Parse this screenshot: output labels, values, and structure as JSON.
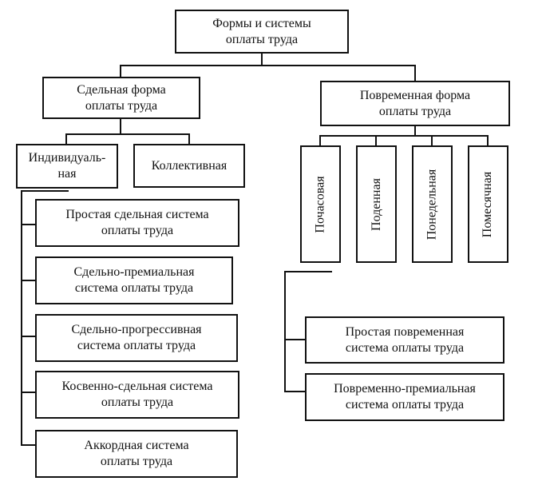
{
  "root": "Формы и системы\nоплаты труда",
  "piece": {
    "title": "Сдельная форма\nоплаты труда",
    "individual": "Индивидуаль-\nная",
    "collective": "Коллективная",
    "systems": [
      "Простая сдельная система\nоплаты труда",
      "Сдельно-премиальная\nсистема оплаты труда",
      "Сдельно-прогрессивная\nсистема оплаты труда",
      "Косвенно-сдельная система\nоплаты труда",
      "Аккордная система\nоплаты труда"
    ]
  },
  "time": {
    "title": "Повременная форма\nоплаты труда",
    "periods": [
      "Почасовая",
      "Поденная",
      "Понедельная",
      "Помесячная"
    ],
    "systems": [
      "Простая повременная\nсистема оплаты труда",
      "Повременно-премиальная\nсистема оплаты труда"
    ]
  }
}
